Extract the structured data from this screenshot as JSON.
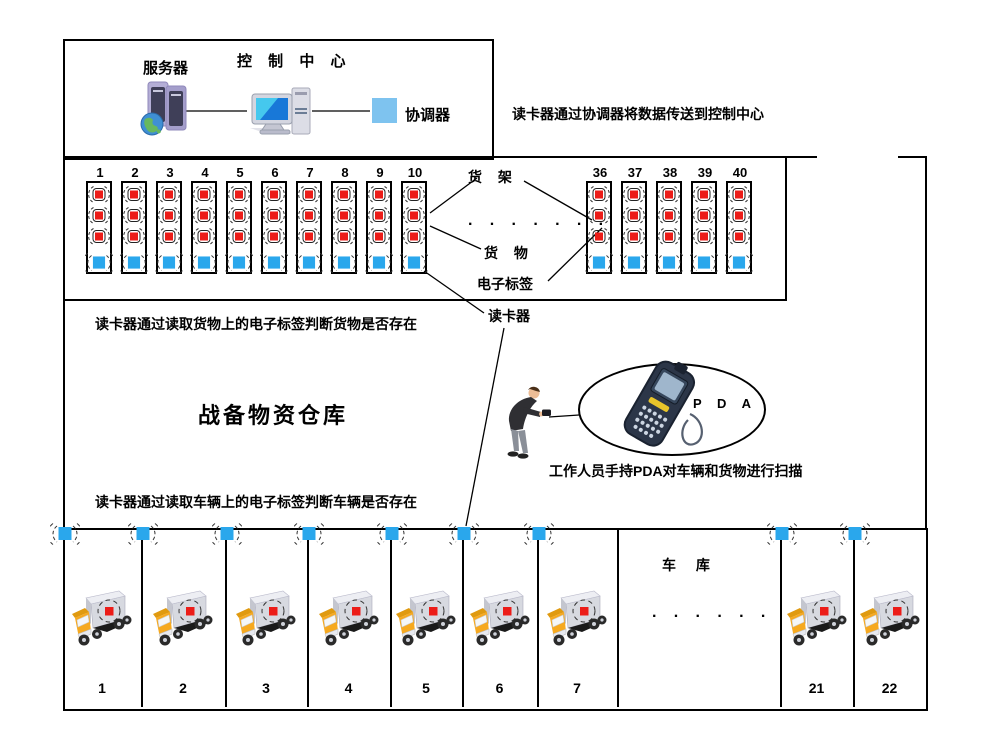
{
  "control_center": {
    "title": "控 制 中 心",
    "server_label": "服务器",
    "coordinator_label": "协调器"
  },
  "notes": {
    "top_right": "读卡器通过协调器将数据传送到控制中心",
    "goods_check": "读卡器通过读取货物上的电子标签判断货物是否存在",
    "vehicle_check": "读卡器通过读取车辆上的电子标签判断车辆是否存在",
    "pda_caption": "工作人员手持PDA对车辆和货物进行扫描"
  },
  "warehouse": {
    "title": "战备物资仓库"
  },
  "shelves": {
    "left_numbers": [
      "1",
      "2",
      "3",
      "4",
      "5",
      "6",
      "7",
      "8",
      "9",
      "10"
    ],
    "right_numbers": [
      "36",
      "37",
      "38",
      "39",
      "40"
    ],
    "ellipsis": "· · · · · · ·",
    "tags_per_shelf": 3,
    "labels": {
      "rack": "货 架",
      "goods": "货 物",
      "tag": "电子标签",
      "reader": "读卡器"
    }
  },
  "pda": {
    "label": "P D A"
  },
  "garage": {
    "label": "车 库",
    "ellipsis": "· · · · · ·",
    "stall_numbers": [
      "1",
      "2",
      "3",
      "4",
      "5",
      "6",
      "7",
      "21",
      "22"
    ]
  },
  "colors": {
    "reader_blue": "#2AA7EC",
    "tag_red": "#EC1C18",
    "coordinator_blue": "#7EC3EF",
    "truck_orange": "#F6A91F"
  }
}
